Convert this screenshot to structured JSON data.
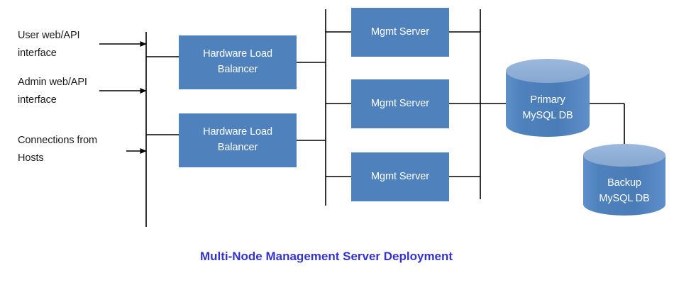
{
  "title": "Multi-Node Management Server Deployment",
  "colors": {
    "node_fill": "#4f82bd",
    "cylinder_body": "#4f82bd",
    "cylinder_top": "#8faed4",
    "line": "#000000",
    "title": "#3333cc",
    "label_text": "#1a1a1a",
    "node_text": "#ffffff",
    "background": "#ffffff"
  },
  "inputs": [
    {
      "label": "User web/API\ninterface"
    },
    {
      "label": "Admin web/API\ninterface"
    },
    {
      "label": "Connections from\nHosts"
    }
  ],
  "load_balancers": [
    {
      "label": "Hardware Load\nBalancer"
    },
    {
      "label": "Hardware Load\nBalancer"
    }
  ],
  "mgmt_servers": [
    {
      "label": "Mgmt Server"
    },
    {
      "label": "Mgmt Server"
    },
    {
      "label": "Mgmt Server"
    }
  ],
  "databases": [
    {
      "label": "Primary\nMySQL DB",
      "role": "primary"
    },
    {
      "label": "Backup\nMySQL DB",
      "role": "backup"
    }
  ]
}
